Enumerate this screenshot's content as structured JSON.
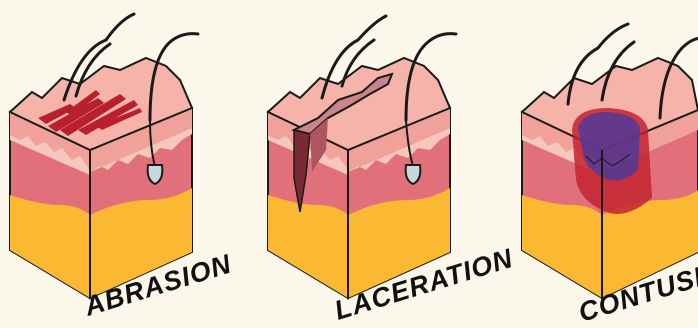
{
  "panels": [
    {
      "label": "ABRASION",
      "injury": "abrasion"
    },
    {
      "label": "LACERATION",
      "injury": "laceration"
    },
    {
      "label": "CONTUSION",
      "injury": "contusion"
    }
  ],
  "colors": {
    "background": "#fbf7ea",
    "epidermis_top": "#f5b3aa",
    "epidermis_side": "#f0a29a",
    "dermis": "#e2707a",
    "dermis_dark": "#d55a66",
    "fat": "#fbb832",
    "fat_dark": "#f2a21e",
    "outline": "#1a1a1a",
    "abrasion_wound": "#b8202e",
    "laceration_wound": "#7a2a33",
    "bruise_outer": "#c2232f",
    "bruise_inner": "#4a3a9c",
    "hair_bulb": "#c9d6dc"
  },
  "icons": [
    "skin-block-icon",
    "hair-strand-icon",
    "hair-follicle-icon"
  ]
}
